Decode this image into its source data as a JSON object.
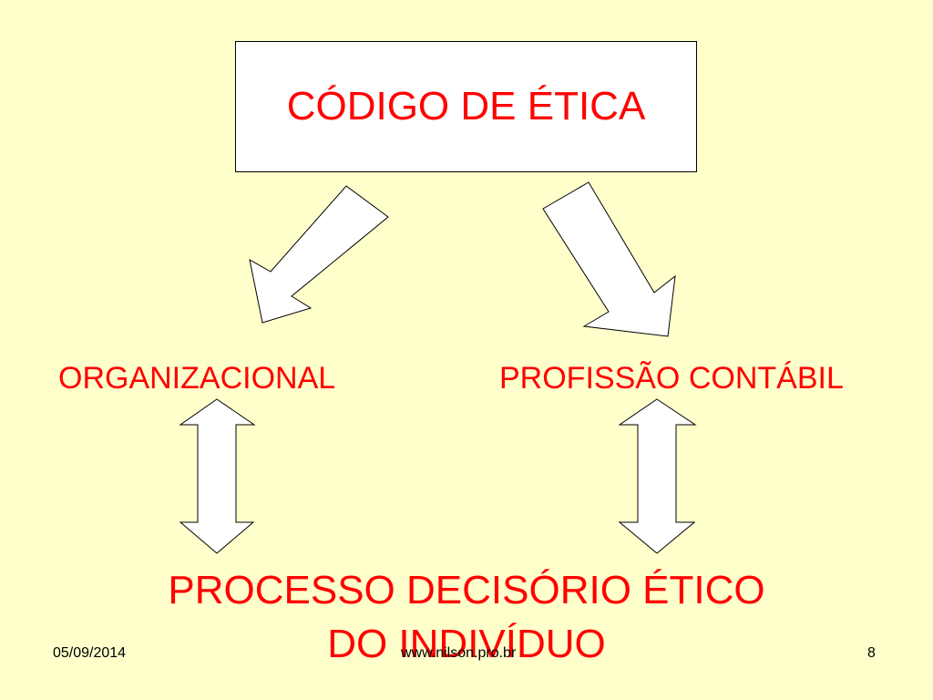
{
  "diagram": {
    "title": "CÓDIGO DE ÉTICA",
    "left_node": "ORGANIZACIONAL",
    "right_node": "PROFISSÃO CONTÁBIL",
    "bottom_node_line1": "PROCESSO DECISÓRIO ÉTICO",
    "bottom_node_line2": "DO INDIVÍDUO"
  },
  "footer": {
    "date": "05/09/2014",
    "site": "www.nilson.pro.br",
    "page_number": "8"
  },
  "colors": {
    "background": "#FFFFCC",
    "text_accent": "#FF0000",
    "shape_fill": "#FFFFFF"
  }
}
